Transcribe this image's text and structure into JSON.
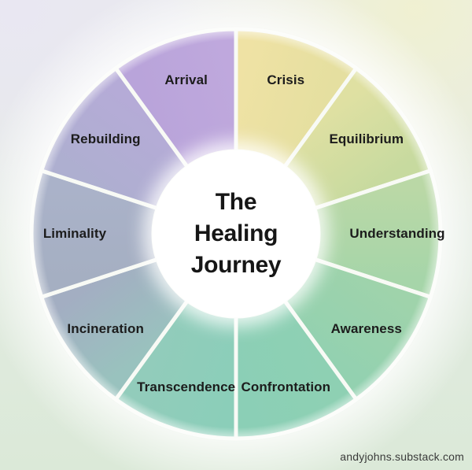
{
  "diagram": {
    "center_title": {
      "line1": "The",
      "line2": "Healing",
      "line3": "Journey"
    },
    "credit": "andyjohns.substack.com",
    "style": {
      "label_color": "#1c1c1c",
      "title_color": "#161616",
      "divider_color": "#f8faf5",
      "center_fill": "#ffffff",
      "bg_top_left": "#e9e7f2",
      "bg_top_right": "#f0f1d0",
      "bg_bottom": "#dbe9d8"
    },
    "segments": [
      {
        "id": "crisis",
        "label": "Crisis",
        "start_deg": 0,
        "end_deg": 36,
        "color_start": "#efe2a4",
        "color_end": "#e5dfa0"
      },
      {
        "id": "equilibrium",
        "label": "Equilibrium",
        "start_deg": 36,
        "end_deg": 72,
        "color_start": "#dfe0a2",
        "color_end": "#c7da9f"
      },
      {
        "id": "understanding",
        "label": "Understanding",
        "start_deg": 72,
        "end_deg": 108,
        "color_start": "#bad8a6",
        "color_end": "#a6d5a9"
      },
      {
        "id": "awareness",
        "label": "Awareness",
        "start_deg": 108,
        "end_deg": 144,
        "color_start": "#9fd3ab",
        "color_end": "#93d1b0"
      },
      {
        "id": "confrontation",
        "label": "Confrontation",
        "start_deg": 144,
        "end_deg": 180,
        "color_start": "#8ed0b3",
        "color_end": "#8bcfb6"
      },
      {
        "id": "transcendence",
        "label": "Transcendence",
        "start_deg": 180,
        "end_deg": 216,
        "color_start": "#8bceb9",
        "color_end": "#92ccbb"
      },
      {
        "id": "incineration",
        "label": "Incineration",
        "start_deg": 216,
        "end_deg": 252,
        "color_start": "#99c2be",
        "color_end": "#a3aec2"
      },
      {
        "id": "liminality",
        "label": "Liminality",
        "start_deg": 252,
        "end_deg": 288,
        "color_start": "#a5afc2",
        "color_end": "#aab2c9"
      },
      {
        "id": "rebuilding",
        "label": "Rebuilding",
        "start_deg": 288,
        "end_deg": 324,
        "color_start": "#aeafd0",
        "color_end": "#b5abd7"
      },
      {
        "id": "arrival",
        "label": "Arrival",
        "start_deg": 324,
        "end_deg": 360,
        "color_start": "#b9a4da",
        "color_end": "#bfa8dd"
      }
    ]
  }
}
